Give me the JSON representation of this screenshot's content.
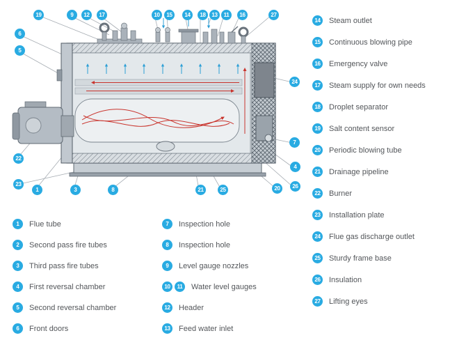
{
  "colors": {
    "accent": "#29abe2",
    "text": "#53565a",
    "flame_red": "#c9342d",
    "arrow_blue": "#2e9fd6"
  },
  "legend_left": [
    {
      "num": "1",
      "label": "Flue tube"
    },
    {
      "num": "2",
      "label": "Second pass fire tubes"
    },
    {
      "num": "3",
      "label": "Third pass fire tubes"
    },
    {
      "num": "4",
      "label": "First reversal chamber"
    },
    {
      "num": "5",
      "label": "Second reversal chamber"
    },
    {
      "num": "6",
      "label": "Front doors"
    }
  ],
  "legend_mid": [
    {
      "num": "7",
      "label": "Inspection hole"
    },
    {
      "num": "8",
      "label": "Inspection hole"
    },
    {
      "num": "9",
      "label": "Level gauge nozzles"
    },
    {
      "num": "10",
      "num2": "11",
      "label": "Water level gauges"
    },
    {
      "num": "12",
      "label": "Header"
    },
    {
      "num": "13",
      "label": "Feed water inlet"
    }
  ],
  "legend_right": [
    {
      "num": "14",
      "label": "Steam outlet"
    },
    {
      "num": "15",
      "label": "Continuous blowing pipe"
    },
    {
      "num": "16",
      "label": "Emergency valve"
    },
    {
      "num": "17",
      "label": "Steam supply for own needs"
    },
    {
      "num": "18",
      "label": "Droplet separator"
    },
    {
      "num": "19",
      "label": "Salt content sensor"
    },
    {
      "num": "20",
      "label": "Periodic blowing tube"
    },
    {
      "num": "21",
      "label": "Drainage pipeline"
    },
    {
      "num": "22",
      "label": "Burner"
    },
    {
      "num": "23",
      "label": "Installation plate"
    },
    {
      "num": "24",
      "label": "Flue gas discharge outlet"
    },
    {
      "num": "25",
      "label": "Sturdy frame base"
    },
    {
      "num": "26",
      "label": "Insulation"
    },
    {
      "num": "27",
      "label": "Lifting eyes"
    }
  ],
  "callouts": [
    {
      "num": "19"
    },
    {
      "num": "9"
    },
    {
      "num": "12"
    },
    {
      "num": "17"
    },
    {
      "num": "10"
    },
    {
      "num": "15"
    },
    {
      "num": "14"
    },
    {
      "num": "18"
    },
    {
      "num": "13"
    },
    {
      "num": "11"
    },
    {
      "num": "16"
    },
    {
      "num": "27"
    },
    {
      "num": "24"
    },
    {
      "num": "7"
    },
    {
      "num": "4"
    },
    {
      "num": "26"
    },
    {
      "num": "6"
    },
    {
      "num": "5"
    },
    {
      "num": "22"
    },
    {
      "num": "23"
    },
    {
      "num": "1"
    },
    {
      "num": "3"
    },
    {
      "num": "8"
    },
    {
      "num": "21"
    },
    {
      "num": "25"
    },
    {
      "num": "20"
    }
  ]
}
